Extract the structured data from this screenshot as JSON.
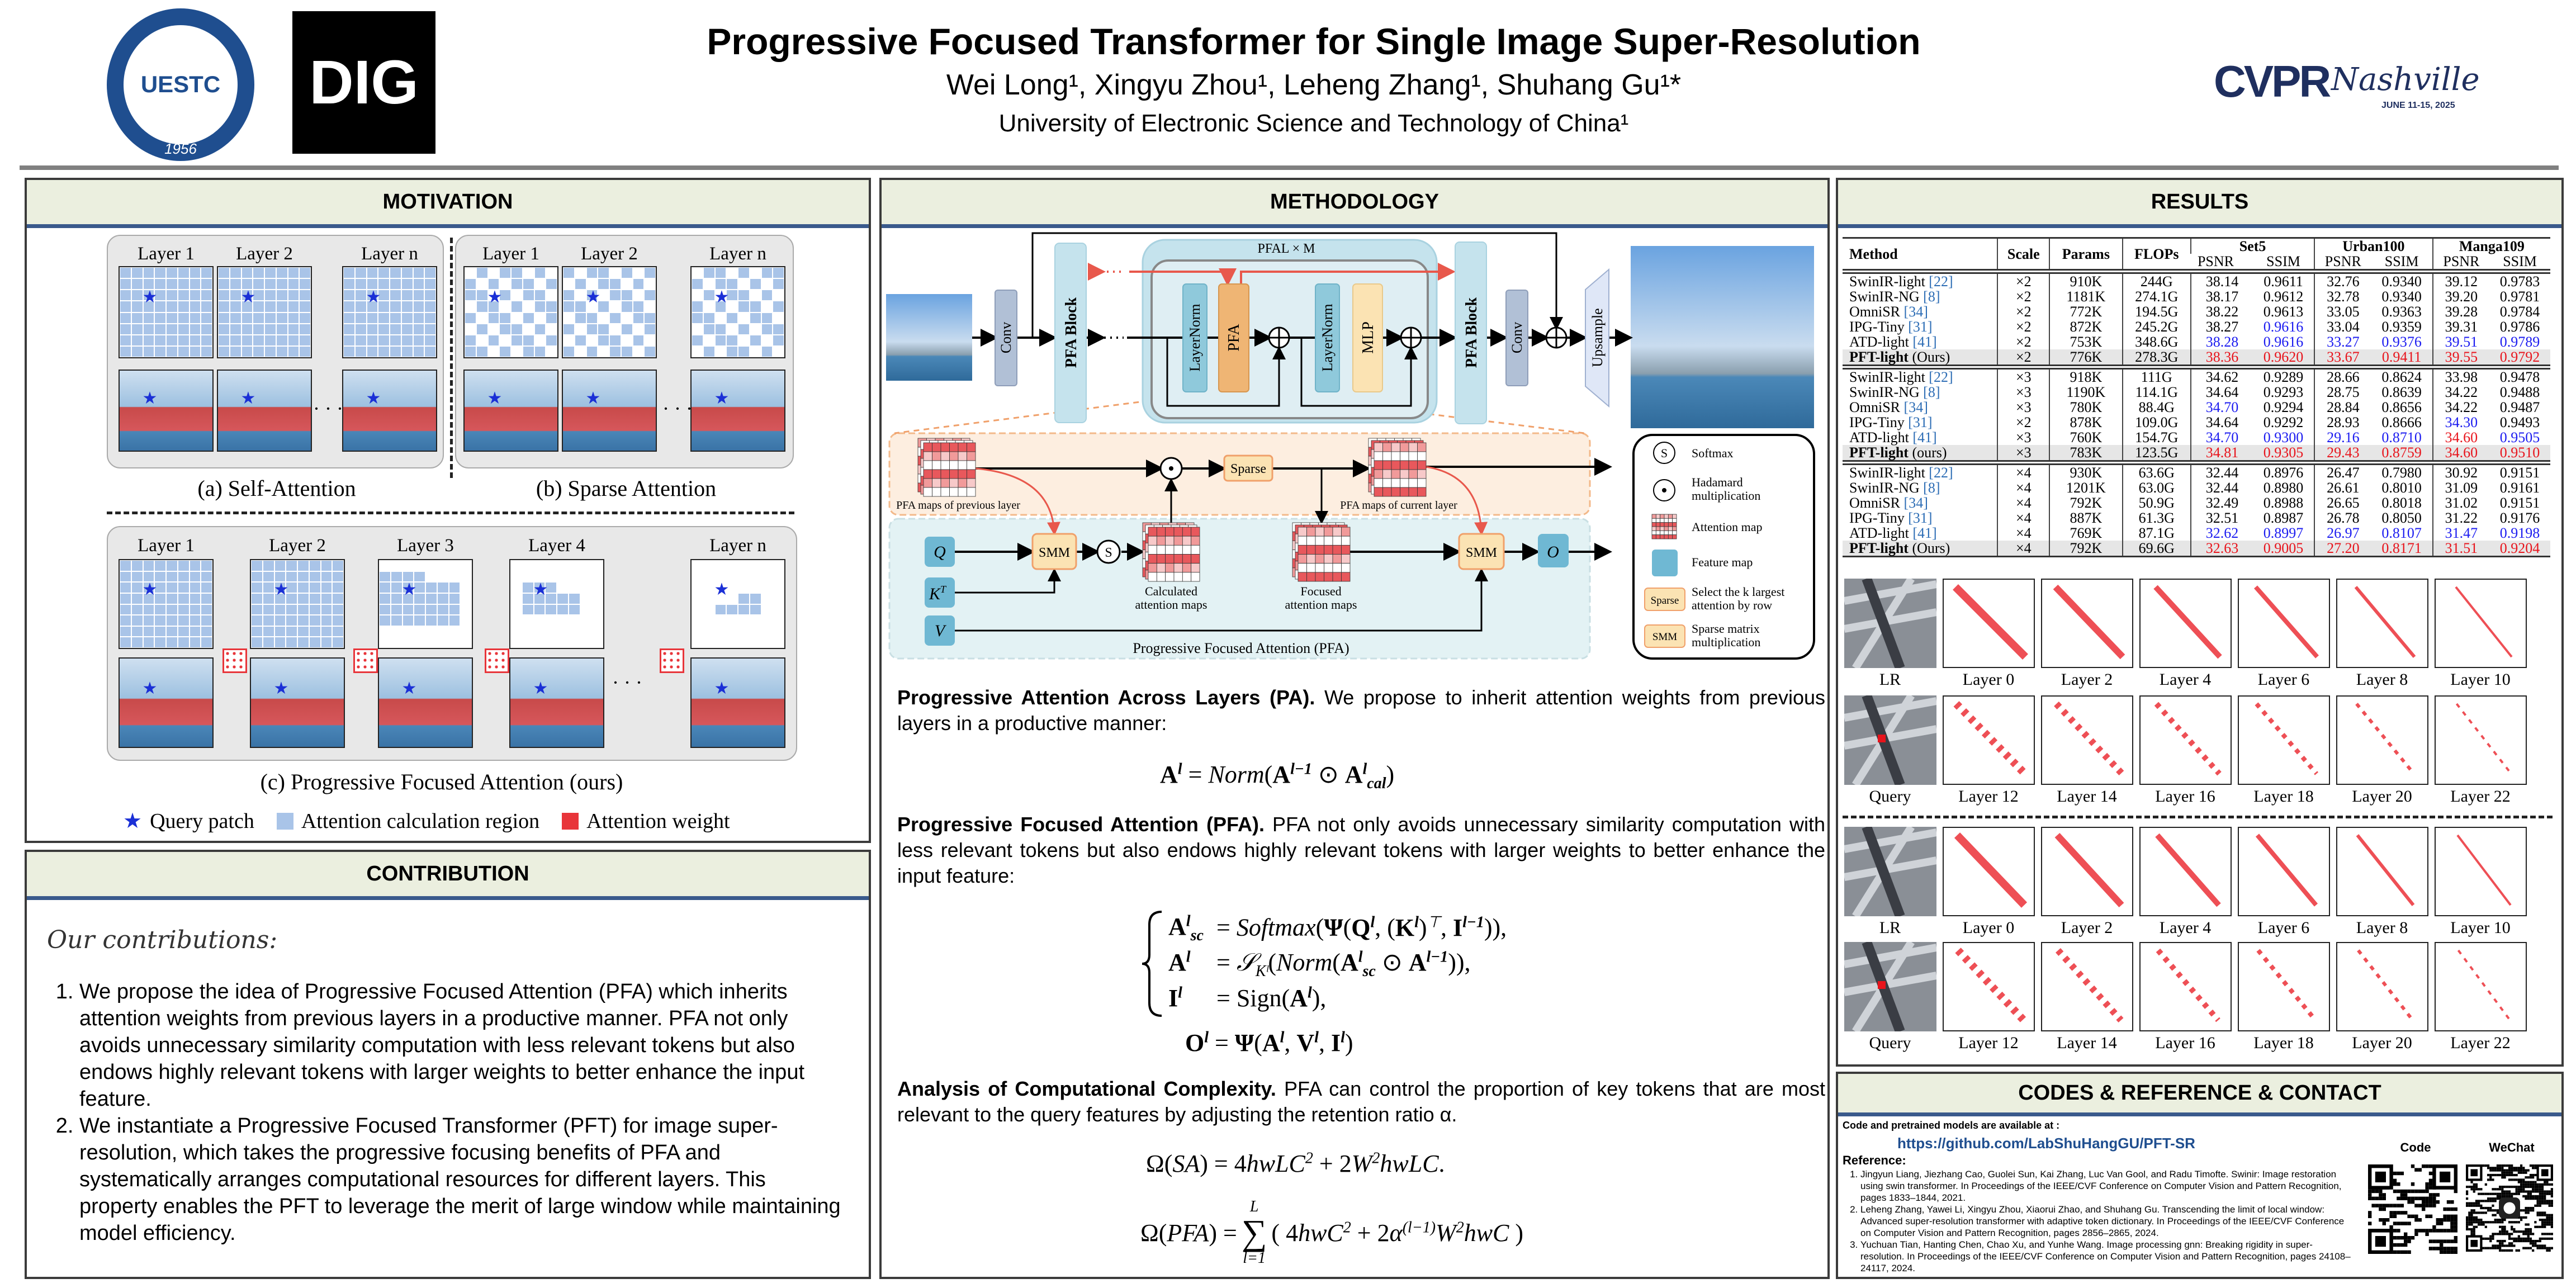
{
  "header": {
    "title": "Progressive Focused Transformer for Single Image Super-Resolution",
    "authors": "Wei Long¹, Xingyu Zhou¹, Leheng Zhang¹, Shuhang Gu¹*",
    "affiliation": "University of Electronic Science and Technology of China¹",
    "logo_left_text": "UESTC",
    "logo_left_year": "1956",
    "logo_dig": "DIG",
    "logo_cvpr": "CVPR",
    "logo_cvpr_city": "Nashville",
    "logo_cvpr_dates": "JUNE 11-15, 2025"
  },
  "motivation": {
    "heading": "MOTIVATION",
    "self_attention": {
      "layers": [
        "Layer 1",
        "Layer 2",
        "Layer n"
      ],
      "caption": "(a) Self-Attention"
    },
    "sparse_attention": {
      "layers": [
        "Layer 1",
        "Layer 2",
        "Layer n"
      ],
      "caption": "(b) Sparse Attention"
    },
    "pfa": {
      "layers": [
        "Layer 1",
        "Layer 2",
        "Layer 3",
        "Layer 4",
        "Layer n"
      ],
      "caption": "(c) Progressive Focused Attention (ours)"
    },
    "ellipsis": "· · ·",
    "legend": {
      "query": "Query patch",
      "region": "Attention calculation region",
      "weight": "Attention weight"
    }
  },
  "contribution": {
    "heading": "CONTRIBUTION",
    "intro": "Our contributions:",
    "items": [
      "We propose the idea of Progressive Focused Attention (PFA) which inherits attention weights from previous layers in a productive manner. PFA not only avoids unnecessary similarity computation with less relevant tokens but also endows highly relevant tokens with larger weights to better enhance the input feature.",
      "We instantiate a Progressive Focused Transformer (PFT) for image super-resolution, which takes the progressive focusing benefits of PFA and systematically arranges computational resources for different layers. This property enables the PFT to leverage the merit of large window while maintaining model efficiency."
    ]
  },
  "methodology": {
    "heading": "METHODOLOGY",
    "diagram": {
      "conv": "Conv",
      "pfa_block": "PFA Block",
      "pfal": "PFAL × M",
      "layernorm": "LayerNorm",
      "pfa": "PFA",
      "mlp": "MLP",
      "upsample": "Upsample",
      "prev_maps": "PFA maps of previous layer",
      "cur_maps": "PFA maps of current layer",
      "sparse": "Sparse",
      "smm": "SMM",
      "s": "S",
      "q": "Q",
      "k": "K",
      "k_sup": "T",
      "v": "V",
      "o": "O",
      "calc1": "Calculated",
      "calc2": "attention maps",
      "foc1": "Focused",
      "foc2": "attention maps",
      "pfa_title": "Progressive Focused Attention (PFA)",
      "legend": {
        "softmax": "Softmax",
        "hadamard1": "Hadamard",
        "hadamard2": "multiplication",
        "attn_map": "Attention map",
        "feature_map": "Feature map",
        "sparse1": "Select the k largest",
        "sparse2": "attention by row",
        "smm1": "Sparse matrix",
        "smm2": "multiplication"
      }
    },
    "pa_title": "Progressive Attention Across Layers (PA).",
    "pa_text": " We propose to inherit attention weights from previous layers in a productive manner:",
    "eq1": [
      [
        "A",
        "l",
        "",
        "b"
      ],
      [
        " = ",
        "",
        "",
        ""
      ],
      [
        "Norm",
        "",
        "",
        "i"
      ],
      [
        "(",
        "",
        "",
        ""
      ],
      [
        "A",
        "l−1",
        "",
        "b"
      ],
      [
        " ⊙ ",
        "",
        "",
        ""
      ],
      [
        "A",
        "l",
        "cal",
        "b"
      ],
      [
        ")",
        "",
        "",
        ""
      ]
    ],
    "pfa_title": "Progressive Focused Attention (PFA).",
    "pfa_text": " PFA not only avoids unnecessary similarity computation with less relevant tokens but also endows highly relevant tokens with larger weights to better enhance the input feature:",
    "system": [
      {
        "lhs": [
          [
            "A",
            "l",
            "sc",
            "b"
          ]
        ],
        "rhs": [
          [
            "= ",
            "",
            "",
            ""
          ],
          [
            "Softmax",
            "",
            "",
            "i"
          ],
          [
            "(",
            "",
            "",
            ""
          ],
          [
            "Ψ",
            "",
            "",
            "b"
          ],
          [
            "(",
            "",
            "",
            ""
          ],
          [
            "Q",
            "l",
            "",
            "b"
          ],
          [
            ", (",
            "",
            "",
            ""
          ],
          [
            "K",
            "l",
            "",
            "b"
          ],
          [
            ")",
            "⊤",
            "",
            ""
          ],
          [
            ", ",
            "",
            "",
            ""
          ],
          [
            "I",
            "l−1",
            "",
            "b"
          ],
          [
            ")),",
            "",
            "",
            ""
          ]
        ]
      },
      {
        "lhs": [
          [
            "A",
            "l",
            "",
            "b"
          ]
        ],
        "rhs": [
          [
            "= ",
            "",
            "",
            ""
          ],
          [
            "𝒮",
            "",
            "Kˡ",
            "i"
          ],
          [
            "(",
            "",
            "",
            ""
          ],
          [
            "Norm",
            "",
            "",
            "i"
          ],
          [
            "(",
            "",
            "",
            ""
          ],
          [
            "A",
            "l",
            "sc",
            "b"
          ],
          [
            " ⊙ ",
            "",
            "",
            ""
          ],
          [
            "A",
            "l−1",
            "",
            "b"
          ],
          [
            ")),",
            "",
            "",
            ""
          ]
        ]
      },
      {
        "lhs": [
          [
            "I",
            "l",
            "",
            "b"
          ]
        ],
        "rhs": [
          [
            "= Sign(",
            "",
            "",
            ""
          ],
          [
            "A",
            "l",
            "",
            "b"
          ],
          [
            "),",
            "",
            "",
            ""
          ]
        ]
      }
    ],
    "eq_o": [
      [
        "O",
        "l",
        "",
        "b"
      ],
      [
        " = ",
        "",
        "",
        ""
      ],
      [
        "Ψ",
        "",
        "",
        "b"
      ],
      [
        "(",
        "",
        "",
        ""
      ],
      [
        "A",
        "l",
        "",
        "b"
      ],
      [
        ", ",
        "",
        "",
        ""
      ],
      [
        "V",
        "l",
        "",
        "b"
      ],
      [
        ", ",
        "",
        "",
        ""
      ],
      [
        "I",
        "l",
        "",
        "b"
      ],
      [
        ")",
        "",
        "",
        ""
      ]
    ],
    "acc_title": "Analysis of Computational Complexity.",
    "acc_text": " PFA can control the proportion of key tokens that are most relevant to the query features by adjusting the retention ratio α.",
    "eq_sa": [
      [
        "Ω(",
        "",
        "",
        ""
      ],
      [
        "SA",
        "",
        "",
        "i"
      ],
      [
        ") = 4",
        "",
        "",
        ""
      ],
      [
        "hwLC",
        "2",
        "",
        "i"
      ],
      [
        " + 2",
        "",
        "",
        ""
      ],
      [
        "W",
        "2",
        "",
        "i"
      ],
      [
        "hwLC",
        "",
        "",
        "i"
      ],
      [
        ".",
        "",
        "",
        ""
      ]
    ],
    "eq_pfa": {
      "lhs": [
        [
          "Ω(",
          "",
          "",
          ""
        ],
        [
          "PFA",
          "",
          "",
          "i"
        ],
        [
          ") = ",
          "",
          "",
          ""
        ]
      ],
      "sum": "∑",
      "upper": "L",
      "lower": "l=1",
      "rhs": [
        [
          "( 4",
          "",
          "",
          ""
        ],
        [
          "hwC",
          "2",
          "",
          "i"
        ],
        [
          " + 2",
          "",
          "",
          ""
        ],
        [
          "α",
          "(l−1)",
          "",
          "i"
        ],
        [
          "W",
          "2",
          "",
          "i"
        ],
        [
          "hwC",
          "",
          "",
          "i"
        ],
        [
          " )",
          "",
          "",
          ""
        ]
      ]
    }
  },
  "results": {
    "heading": "RESULTS",
    "columns": [
      "Method",
      "Scale",
      "Params",
      "FLOPs"
    ],
    "datasets": [
      "Set5",
      "Urban100",
      "Manga109"
    ],
    "metrics": [
      "PSNR",
      "SSIM"
    ],
    "colors": {
      "best": "#e8141c",
      "second": "#1b1bf0"
    },
    "groups": [
      [
        {
          "m": "SwinIR-light",
          "ref": "[22]",
          "s": "×2",
          "p": "910K",
          "f": "244G",
          "v": [
            "38.14",
            "0.9611",
            "32.76",
            "0.9340",
            "39.12",
            "0.9783"
          ],
          "hl": "000000"
        },
        {
          "m": "SwinIR-NG",
          "ref": "[8]",
          "s": "×2",
          "p": "1181K",
          "f": "274.1G",
          "v": [
            "38.17",
            "0.9612",
            "32.78",
            "0.9340",
            "39.20",
            "0.9781"
          ],
          "hl": "000000"
        },
        {
          "m": "OmniSR",
          "ref": "[34]",
          "s": "×2",
          "p": "772K",
          "f": "194.5G",
          "v": [
            "38.22",
            "0.9613",
            "33.05",
            "0.9363",
            "39.28",
            "0.9784"
          ],
          "hl": "000000"
        },
        {
          "m": "IPG-Tiny",
          "ref": "[31]",
          "s": "×2",
          "p": "872K",
          "f": "245.2G",
          "v": [
            "38.27",
            "0.9616",
            "33.04",
            "0.9359",
            "39.31",
            "0.9786"
          ],
          "hl": "0b0000"
        },
        {
          "m": "ATD-light",
          "ref": "[41]",
          "s": "×2",
          "p": "753K",
          "f": "348.6G",
          "v": [
            "38.28",
            "0.9616",
            "33.27",
            "0.9376",
            "39.51",
            "0.9789"
          ],
          "hl": "bbbbbb"
        },
        {
          "m": "PFT-light",
          "ref": "(Ours)",
          "s": "×2",
          "p": "776K",
          "f": "278.3G",
          "v": [
            "38.36",
            "0.9620",
            "33.67",
            "0.9411",
            "39.55",
            "0.9792"
          ],
          "hl": "rrrrrr",
          "ours": true
        }
      ],
      [
        {
          "m": "SwinIR-light",
          "ref": "[22]",
          "s": "×3",
          "p": "918K",
          "f": "111G",
          "v": [
            "34.62",
            "0.9289",
            "28.66",
            "0.8624",
            "33.98",
            "0.9478"
          ],
          "hl": "000000"
        },
        {
          "m": "SwinIR-NG",
          "ref": "[8]",
          "s": "×3",
          "p": "1190K",
          "f": "114.1G",
          "v": [
            "34.64",
            "0.9293",
            "28.75",
            "0.8639",
            "34.22",
            "0.9488"
          ],
          "hl": "000000"
        },
        {
          "m": "OmniSR",
          "ref": "[34]",
          "s": "×3",
          "p": "780K",
          "f": "88.4G",
          "v": [
            "34.70",
            "0.9294",
            "28.84",
            "0.8656",
            "34.22",
            "0.9487"
          ],
          "hl": "b00000"
        },
        {
          "m": "IPG-Tiny",
          "ref": "[31]",
          "s": "×2",
          "p": "878K",
          "f": "109.0G",
          "v": [
            "34.64",
            "0.9292",
            "28.93",
            "0.8666",
            "34.30",
            "0.9493"
          ],
          "hl": "0000b0"
        },
        {
          "m": "ATD-light",
          "ref": "[41]",
          "s": "×3",
          "p": "760K",
          "f": "154.7G",
          "v": [
            "34.70",
            "0.9300",
            "29.16",
            "0.8710",
            "34.60",
            "0.9505"
          ],
          "hl": "bbbbrb"
        },
        {
          "m": "PFT-light",
          "ref": "(ours)",
          "s": "×3",
          "p": "783K",
          "f": "123.5G",
          "v": [
            "34.81",
            "0.9305",
            "29.43",
            "0.8759",
            "34.60",
            "0.9510"
          ],
          "hl": "rrrrrr",
          "ours": true
        }
      ],
      [
        {
          "m": "SwinIR-light",
          "ref": "[22]",
          "s": "×4",
          "p": "930K",
          "f": "63.6G",
          "v": [
            "32.44",
            "0.8976",
            "26.47",
            "0.7980",
            "30.92",
            "0.9151"
          ],
          "hl": "000000"
        },
        {
          "m": "SwinIR-NG",
          "ref": "[8]",
          "s": "×4",
          "p": "1201K",
          "f": "63.0G",
          "v": [
            "32.44",
            "0.8980",
            "26.61",
            "0.8010",
            "31.09",
            "0.9161"
          ],
          "hl": "000000"
        },
        {
          "m": "OmniSR",
          "ref": "[34]",
          "s": "×4",
          "p": "792K",
          "f": "50.9G",
          "v": [
            "32.49",
            "0.8988",
            "26.65",
            "0.8018",
            "31.02",
            "0.9151"
          ],
          "hl": "000000"
        },
        {
          "m": "IPG-Tiny",
          "ref": "[31]",
          "s": "×4",
          "p": "887K",
          "f": "61.3G",
          "v": [
            "32.51",
            "0.8987",
            "26.78",
            "0.8050",
            "31.22",
            "0.9176"
          ],
          "hl": "000000"
        },
        {
          "m": "ATD-light",
          "ref": "[41]",
          "s": "×4",
          "p": "769K",
          "f": "87.1G",
          "v": [
            "32.62",
            "0.8997",
            "26.97",
            "0.8107",
            "31.47",
            "0.9198"
          ],
          "hl": "bbbbbb"
        },
        {
          "m": "PFT-light",
          "ref": "(Ours)",
          "s": "×4",
          "p": "792K",
          "f": "69.6G",
          "v": [
            "32.63",
            "0.9005",
            "27.20",
            "0.8171",
            "31.51",
            "0.9204"
          ],
          "hl": "rrrrrr",
          "ours": true
        }
      ]
    ],
    "vis_rows": [
      [
        "LR",
        "Layer 0",
        "Layer 2",
        "Layer 4",
        "Layer 6",
        "Layer 8",
        "Layer 10"
      ],
      [
        "Query",
        "Layer 12",
        "Layer 14",
        "Layer 16",
        "Layer 18",
        "Layer 20",
        "Layer 22"
      ],
      [
        "LR",
        "Layer 0",
        "Layer 2",
        "Layer 4",
        "Layer 6",
        "Layer 8",
        "Layer 10"
      ],
      [
        "Query",
        "Layer 12",
        "Layer 14",
        "Layer 16",
        "Layer 18",
        "Layer 20",
        "Layer 22"
      ]
    ]
  },
  "codes": {
    "heading": "CODES & REFERENCE & CONTACT",
    "available": "Code and pretrained models are available at :",
    "url": "https://github.com/LabShuHangGU/PFT-SR",
    "reference_title": "Reference:",
    "references": [
      "Jingyun Liang, Jiezhang Cao, Guolei Sun, Kai Zhang, Luc Van Gool, and Radu Timofte. Swinir: Image restoration using swin transformer. In Proceedings of the IEEE/CVF Conference on Computer Vision and Pattern Recognition, pages 1833–1844, 2021.",
      "Leheng Zhang, Yawei Li, Xingyu Zhou, Xiaorui Zhao, and Shuhang Gu. Transcending the limit of local window: Advanced super-resolution transformer with adaptive token dictionary. In Proceedings of the IEEE/CVF Conference on Computer Vision and Pattern Recognition, pages 2856–2865, 2024.",
      "Yuchuan Tian, Hanting Chen, Chao Xu, and Yunhe Wang. Image processing gnn: Breaking rigidity in super-resolution. In Proceedings of the IEEE/CVF Conference on Computer Vision and Pattern Recognition, pages 24108–24117, 2024."
    ],
    "qr_code_label": "Code",
    "qr_wechat_label": "WeChat"
  }
}
